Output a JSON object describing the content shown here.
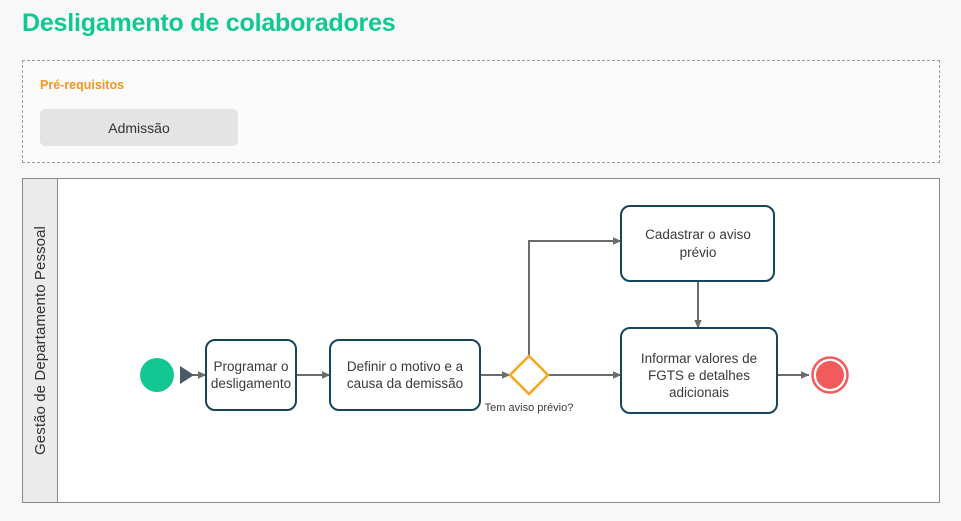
{
  "page": {
    "title": "Desligamento de colaboradores",
    "title_color": "#10c891",
    "background_color": "#f8f8f8"
  },
  "prerequisites": {
    "heading": "Pré-requisitos",
    "heading_color": "#f7941e",
    "items": [
      {
        "label": "Admissão"
      }
    ]
  },
  "pool": {
    "lane_label": "Gestão de Departamento Pessoal",
    "lane_header_color": "#ebebeb",
    "border_color": "#8a8a8a"
  },
  "diagram": {
    "type": "bpmn-flowchart",
    "colors": {
      "task_border": "#16455c",
      "task_fill": "#ffffff",
      "gateway_stroke": "#f5a623",
      "start_event_fill": "#12c792",
      "end_event_fill": "#f15b5b",
      "connector": "#6b6b6b",
      "start_marker": "#4a5a68"
    },
    "start_event": {
      "name": "start-event"
    },
    "start_marker": {
      "name": "start-play-marker"
    },
    "tasks": [
      {
        "id": "task-programar",
        "lines": [
          "Programar o",
          "desligamento"
        ]
      },
      {
        "id": "task-definir",
        "lines": [
          "Definir o motivo e a",
          "causa da demissão"
        ]
      },
      {
        "id": "task-cadastrar",
        "lines": [
          "Cadastrar o aviso",
          "prévio"
        ]
      },
      {
        "id": "task-informar",
        "lines": [
          "Informar valores de",
          "FGTS e detalhes",
          "adicionais"
        ]
      }
    ],
    "gateway": {
      "id": "gateway-aviso",
      "label": "Tem aviso prévio?"
    },
    "end_event": {
      "name": "end-event"
    }
  }
}
